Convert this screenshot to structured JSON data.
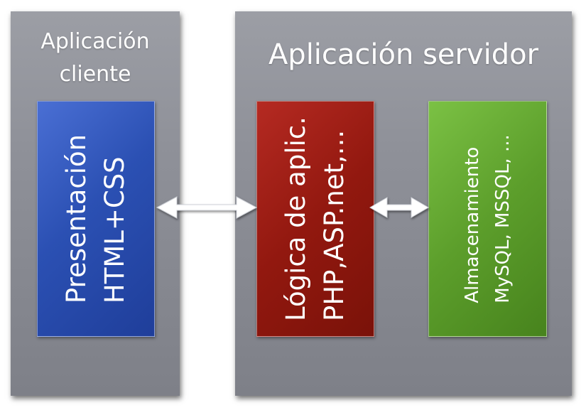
{
  "client": {
    "title_line1": "Aplicación",
    "title_line2": "cliente",
    "presentation": {
      "line1": "Presentación",
      "line2": "HTML+CSS",
      "color": "#2b50b3"
    }
  },
  "server": {
    "title": "Aplicación servidor",
    "logic": {
      "line1": "Lógica de aplic.",
      "line2": "PHP,ASP.net,...",
      "color": "#92180f"
    },
    "storage": {
      "line1": "Almacenamiento",
      "line2": "MySQL, MSSQL, ...",
      "color": "#5c9e2b"
    }
  },
  "colors": {
    "panel": "#8f9199",
    "arrow": "#ffffff"
  }
}
